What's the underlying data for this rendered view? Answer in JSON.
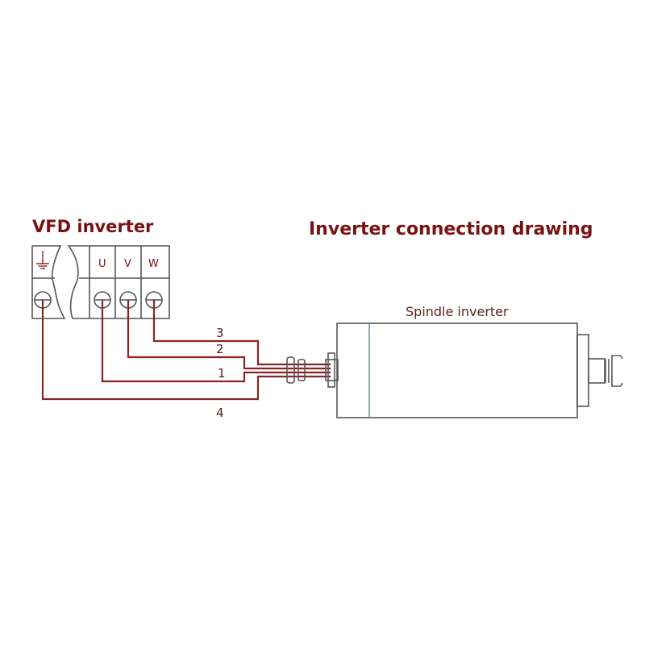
{
  "vfd": {
    "title": "VFD inverter",
    "terminals": [
      {
        "id": "ground",
        "label": "",
        "icon": "ground-icon"
      },
      {
        "id": "u",
        "label": "U"
      },
      {
        "id": "v",
        "label": "V"
      },
      {
        "id": "w",
        "label": "W"
      }
    ]
  },
  "diagram": {
    "title": "Inverter connection drawing"
  },
  "spindle": {
    "label": "Spindle inverter"
  },
  "wires": [
    {
      "number": "1",
      "from": "U"
    },
    {
      "number": "2",
      "from": "V"
    },
    {
      "number": "3",
      "from": "W"
    },
    {
      "number": "4",
      "from": "ground"
    }
  ],
  "colors": {
    "title": "#7a1212",
    "wire": "#8b2323",
    "outline": "#555555"
  }
}
